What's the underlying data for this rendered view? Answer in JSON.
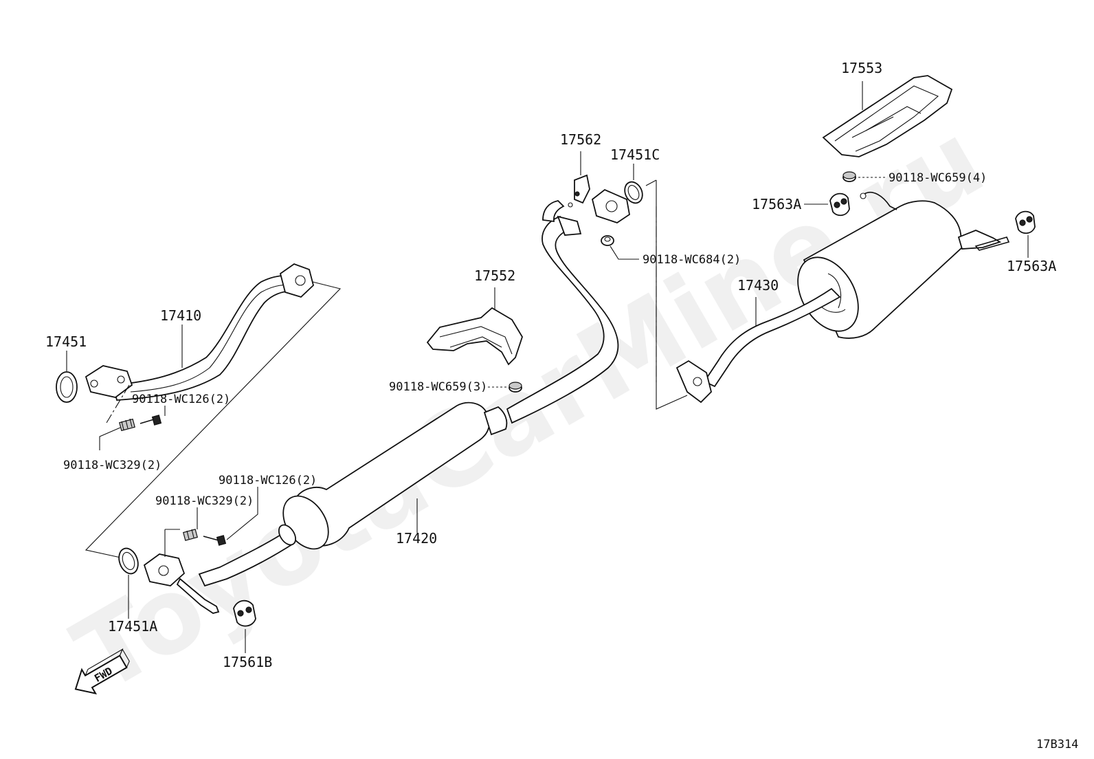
{
  "labels": {
    "p17451": "17451",
    "p17410": "17410",
    "p17451A": "17451A",
    "p17561B": "17561B",
    "p17420": "17420",
    "p17552": "17552",
    "p17562": "17562",
    "p17451C": "17451C",
    "p17553": "17553",
    "p17563A_left": "17563A",
    "p17563A_right": "17563A",
    "p17430": "17430",
    "bolt_wc126_top": "90118-WC126(2)",
    "spring_wc329_top": "90118-WC329(2)",
    "bolt_wc126_bottom": "90118-WC126(2)",
    "spring_wc329_bottom": "90118-WC329(2)",
    "nut_wc659_3": "90118-WC659(3)",
    "nut_wc684_2": "90118-WC684(2)",
    "nut_wc659_4": "90118-WC659(4)"
  },
  "fwd_label": "FWD",
  "diagram_code": "17B314",
  "watermark": "ToyotaCarMine.ru",
  "icons": {
    "fwd_arrow": "arrow-left-down-icon"
  }
}
